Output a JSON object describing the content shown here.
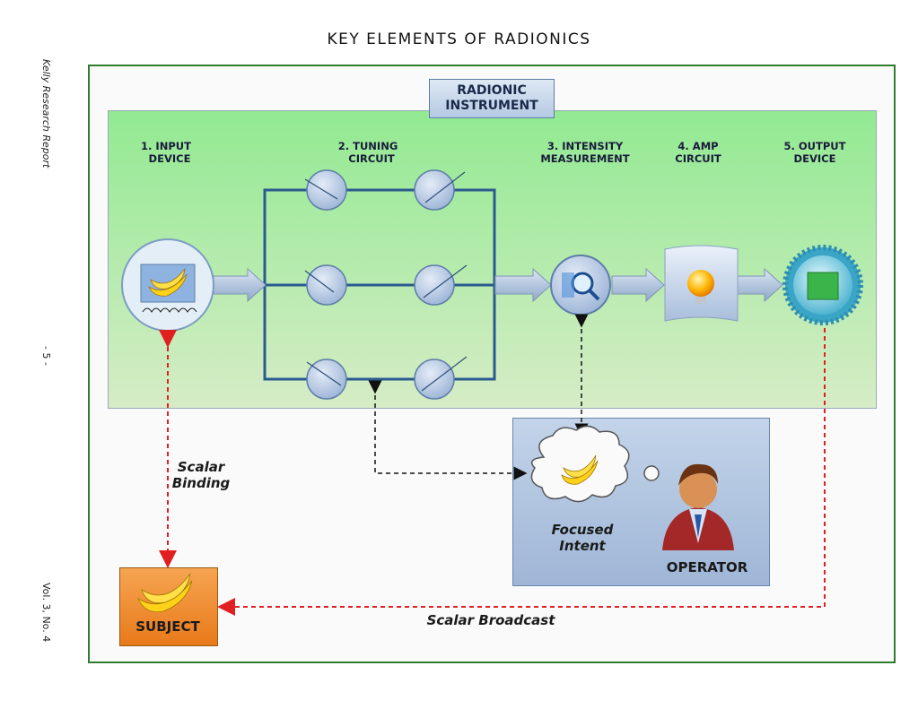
{
  "title": "KEY ELEMENTS OF RADIONICS",
  "side": {
    "report": "Kelly Research Report",
    "page": "- 5 -",
    "volume": "Vol. 3, No. 4"
  },
  "instrument": {
    "title": "RADIONIC\nINSTRUMENT",
    "steps": [
      "1. INPUT\n  DEVICE",
      "2. TUNING\n  CIRCUIT",
      "3. INTENSITY\nMEASUREMENT",
      "4. AMP\nCIRCUIT",
      "5. OUTPUT\nDEVICE"
    ]
  },
  "labels": {
    "scalar_binding": "Scalar\nBinding",
    "focused_intent": "Focused\nIntent",
    "operator": "OPERATOR",
    "subject": "SUBJECT",
    "scalar_broadcast": "Scalar Broadcast"
  },
  "colors": {
    "frame": "#2e7d2e",
    "circuit_line": "#2b5a8f",
    "red_link": "#e02020",
    "black_link": "#111111",
    "subject_orange": "#ee8a2a"
  },
  "icons": [
    "banana-icon",
    "magnifier-icon",
    "glowing-bulb-icon",
    "green-flag-seal-icon",
    "operator-person-icon",
    "thought-cloud-icon"
  ]
}
